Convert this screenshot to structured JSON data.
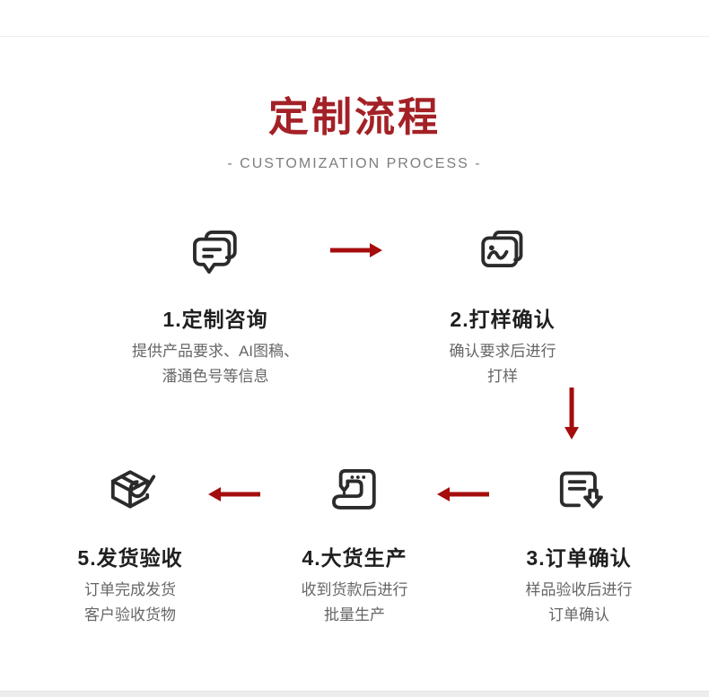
{
  "header": {
    "title": "定制流程",
    "subtitle": "- CUSTOMIZATION PROCESS -"
  },
  "colors": {
    "accent_red": "#A32126",
    "arrow_red": "#A50D0D",
    "icon_dark": "#2B2B2B",
    "title_text": "#1F1F1F",
    "desc_text": "#666666",
    "hairline": "#EBEBEB",
    "bottom_strip": "#EDEDED"
  },
  "steps": [
    {
      "title": "1.定制咨询",
      "desc_line1": "提供产品要求、AI图稿、",
      "desc_line2": "潘通色号等信息",
      "icon": "consult-chat-icon"
    },
    {
      "title": "2.打样确认",
      "desc_line1": "确认要求后进行",
      "desc_line2": "打样",
      "icon": "sample-image-icon"
    },
    {
      "title": "3.订单确认",
      "desc_line1": "样品验收后进行",
      "desc_line2": "订单确认",
      "icon": "order-download-icon"
    },
    {
      "title": "4.大货生产",
      "desc_line1": "收到货款后进行",
      "desc_line2": "批量生产",
      "icon": "sewing-machine-icon"
    },
    {
      "title": "5.发货验收",
      "desc_line1": "订单完成发货",
      "desc_line2": "客户验收货物",
      "icon": "package-check-icon"
    }
  ],
  "flow": {
    "arrows": [
      {
        "direction": "right",
        "from": "1.定制咨询",
        "to": "2.打样确认"
      },
      {
        "direction": "down",
        "from": "2.打样确认",
        "to": "3.订单确认"
      },
      {
        "direction": "left",
        "from": "3.订单确认",
        "to": "4.大货生产"
      },
      {
        "direction": "left",
        "from": "4.大货生产",
        "to": "5.发货验收"
      }
    ]
  }
}
